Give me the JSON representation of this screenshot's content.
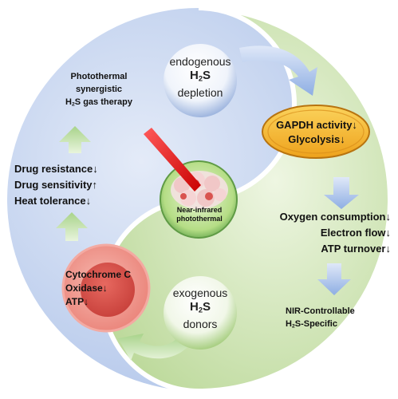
{
  "top_bubble": {
    "line1": "endogenous",
    "h2s_h": "H",
    "h2s_sub": "2",
    "h2s_s": "S",
    "line3": "depletion"
  },
  "bottom_bubble": {
    "line1": "exogenous",
    "h2s_h": "H",
    "h2s_sub": "2",
    "h2s_s": "S",
    "line3": "donors"
  },
  "center": {
    "line1": "Near-infrared",
    "line2": "photothermal"
  },
  "therapy": {
    "line1": "Photothermal",
    "line2": "synergistic",
    "line3_pre": "H",
    "line3_sub": "2",
    "line3_post": "S gas therapy"
  },
  "mitochondria": {
    "line1": "GAPDH activity↓",
    "line2": "Glycolysis↓"
  },
  "resistance": {
    "line1": "Drug resistance↓",
    "line2": "Drug sensitivity↑",
    "line3": "Heat tolerance↓"
  },
  "oxygen": {
    "line1": "Oxygen consumption↓",
    "line2": "Electron flow↓",
    "line3": "ATP turnover↓"
  },
  "cell": {
    "line1": "Cytochrome C",
    "line2": "Oxidase↓",
    "line3": "ATP↓"
  },
  "nir": {
    "line1": "NIR-Controllable",
    "line2_pre": "H",
    "line2_sub": "2",
    "line2_post": "S-Specific"
  },
  "colors": {
    "left_half": "#c5d4ee",
    "right_half": "#d3e6b9",
    "arrow_green": "#b9dca0",
    "arrow_blue": "#9fb8e6",
    "mito_fill": "#f5b72a",
    "cell_fill": "#ef8b83"
  }
}
